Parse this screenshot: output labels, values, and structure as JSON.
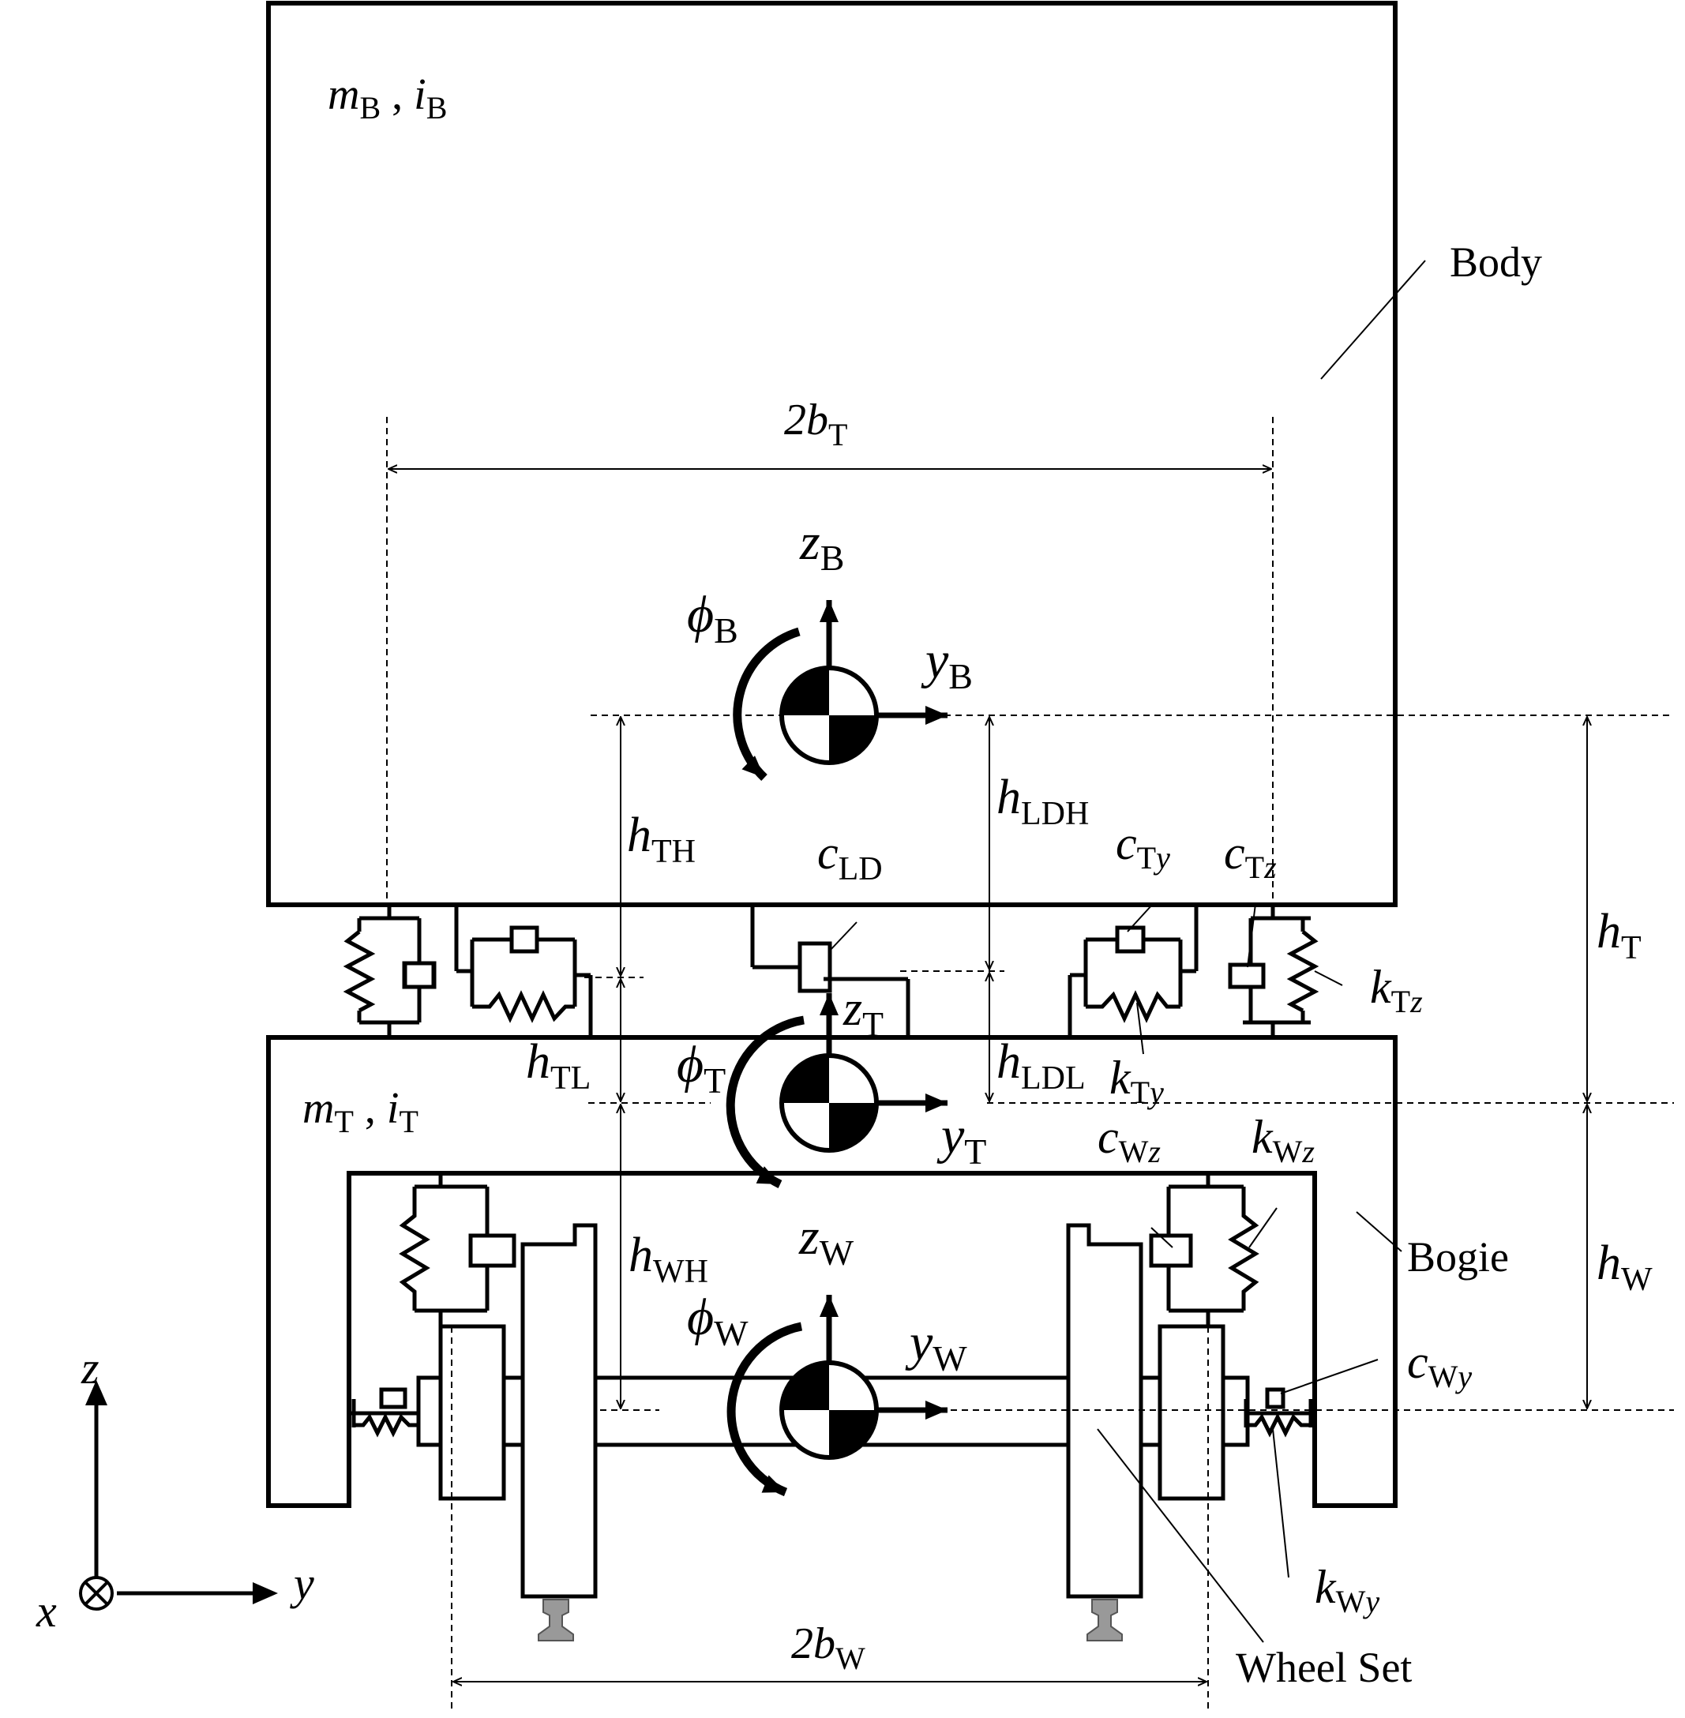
{
  "labels": {
    "body_mass": {
      "base": "m",
      "sub": "B",
      "sep": " , ",
      "base2": "i",
      "sub2": "B"
    },
    "bogie_mass": {
      "base": "m",
      "sub": "T",
      "sep": " , ",
      "base2": "i",
      "sub2": "T"
    },
    "body": "Body",
    "bogie": "Bogie",
    "wheel_set": "Wheel Set",
    "two_bT": {
      "pre": "2",
      "base": "b",
      "sub": "T"
    },
    "two_bW": {
      "pre": "2",
      "base": "b",
      "sub": "W"
    },
    "zB": {
      "base": "z",
      "sub": "B"
    },
    "yB": {
      "base": "y",
      "sub": "B"
    },
    "phiB": {
      "base": "ϕ",
      "sub": "B"
    },
    "zT": {
      "base": "z",
      "sub": "T"
    },
    "yT": {
      "base": "y",
      "sub": "T"
    },
    "phiT": {
      "base": "ϕ",
      "sub": "T"
    },
    "zW": {
      "base": "z",
      "sub": "W"
    },
    "yW": {
      "base": "y",
      "sub": "W"
    },
    "phiW": {
      "base": "ϕ",
      "sub": "W"
    },
    "hTH": {
      "base": "h",
      "sub": "TH"
    },
    "hTL": {
      "base": "h",
      "sub": "TL"
    },
    "hLDH": {
      "base": "h",
      "sub": "LDH"
    },
    "hLDL": {
      "base": "h",
      "sub": "LDL"
    },
    "hWH": {
      "base": "h",
      "sub": "WH"
    },
    "hT": {
      "base": "h",
      "sub": "T"
    },
    "hW": {
      "base": "h",
      "sub": "W"
    },
    "cLD": {
      "base": "c",
      "sub": "LD"
    },
    "cTy": {
      "base": "c",
      "sub": "T",
      "subit": "y"
    },
    "cTz": {
      "base": "c",
      "sub": "T",
      "subit": "z"
    },
    "kTz": {
      "base": "k",
      "sub": "T",
      "subit": "z"
    },
    "kTy": {
      "base": "k",
      "sub": "T",
      "subit": "y"
    },
    "cWz": {
      "base": "c",
      "sub": "W",
      "subit": "z"
    },
    "kWz": {
      "base": "k",
      "sub": "W",
      "subit": "z"
    },
    "cWy": {
      "base": "c",
      "sub": "W",
      "subit": "y"
    },
    "kWy": {
      "base": "k",
      "sub": "W",
      "subit": "y"
    },
    "axis_z": "z",
    "axis_y": "y",
    "axis_x": "x"
  }
}
